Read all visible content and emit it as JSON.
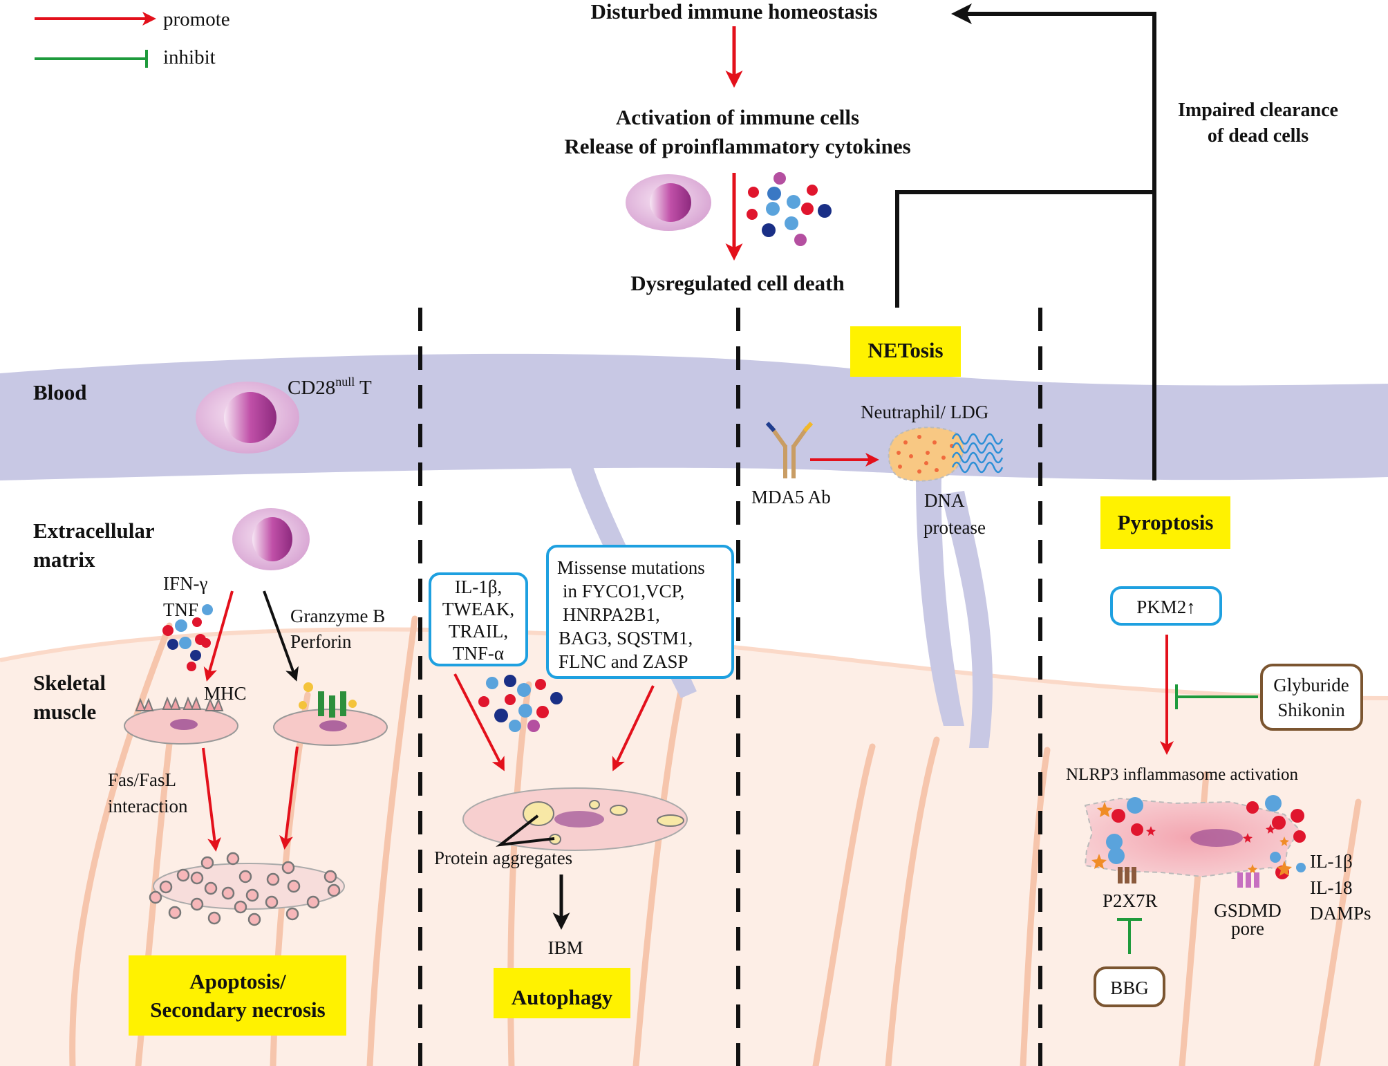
{
  "legend": {
    "promote": "promote",
    "inhibit": "inhibit"
  },
  "top": {
    "disturbed": "Disturbed immune homeostasis",
    "activation": "Activation of immune cells",
    "release": "Release of proinflammatory cytokines",
    "dysregulated": "Dysregulated cell death",
    "impaired_1": "Impaired clearance",
    "impaired_2": "of dead cells"
  },
  "regions": {
    "blood": "Blood",
    "ecm_1": "Extracellular",
    "ecm_2": "matrix",
    "muscle_1": "Skeletal",
    "muscle_2": "muscle"
  },
  "apoptosis": {
    "cell_label": "CD28",
    "cell_sup": "null",
    "cell_suffix": " T",
    "ifn": "IFN-γ",
    "tnf": "TNF",
    "granzyme": "Granzyme B",
    "perforin": "Perforin",
    "mhc": "MHC",
    "fas_1": "Fas/FasL",
    "fas_2": "interaction",
    "title_1": "Apoptosis/",
    "title_2": "Secondary necrosis"
  },
  "autophagy": {
    "cyto_box": [
      "IL-1β,",
      "TWEAK,",
      "TRAIL,",
      "TNF-α"
    ],
    "mut_box": [
      "Missense mutations",
      "in FYCO1,VCP,",
      "HNRPA2B1,",
      "BAG3, SQSTM1,",
      "FLNC and ZASP"
    ],
    "aggregates": "Protein aggregates",
    "ibm": "IBM",
    "title": "Autophagy"
  },
  "netosis": {
    "title": "NETosis",
    "neutrophil": "Neutraphil/ LDG",
    "antibody": "MDA5 Ab",
    "dna": "DNA",
    "protease": "protease"
  },
  "pyroptosis": {
    "title": "Pyroptosis",
    "pkm2": "PKM2↑",
    "inhibitor_1": "Glyburide",
    "inhibitor_2": "Shikonin",
    "nlrp3": "NLRP3 inflammasome activation",
    "il1b": "IL-1β",
    "il18": "IL-18",
    "damps": "DAMPs",
    "p2x7r": "P2X7R",
    "gsdmd_1": "GSDMD",
    "gsdmd_2": "pore",
    "bbg": "BBG"
  },
  "colors": {
    "promote": "#e3101b",
    "inhibit": "#1e9a3c",
    "blood": "#c8c8e4",
    "muscle": "#fdeee6",
    "fiber": "#f6c5ac",
    "highlight": "#fff200",
    "box_blue": "#1ea0e0",
    "box_brown": "#7b5530"
  }
}
